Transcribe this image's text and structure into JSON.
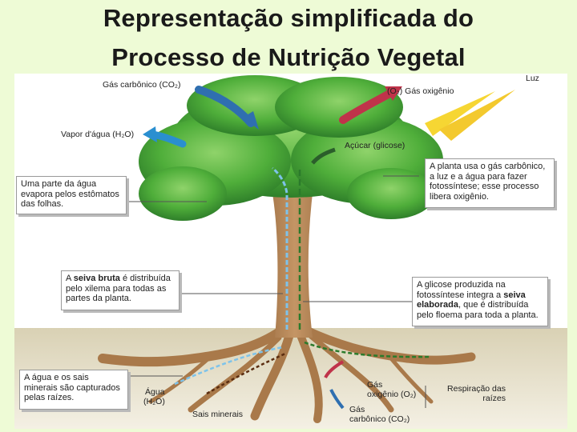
{
  "title": {
    "line1": "Representação simplificada do",
    "line2": "Processo de Nutrição Vegetal"
  },
  "labels": {
    "co2_top": "Gás carbônico (CO₂)",
    "o2_top": "(O₂) Gás oxigênio",
    "luz": "Luz",
    "vapor": "Vapor d'água (H₂O)",
    "acucar": "Açúcar (glicose)",
    "agua_l1": "Água",
    "agua_l2": "(H₂O)",
    "sais": "Sais minerais",
    "o2_bottom_l1": "Gás",
    "o2_bottom_l2": "oxigênio (O₂)",
    "co2_bottom_l1": "Gás",
    "co2_bottom_l2": "carbônico (CO₂)",
    "respiracao_l1": "Respiração das",
    "respiracao_l2": "raízes"
  },
  "boxes": {
    "agua_estomatos": "Uma parte da água evapora pelos estômatos das folhas.",
    "fotossintese": "A planta usa o gás carbônico, a luz e a água para fazer fotossíntese; esse processo libera oxigênio.",
    "seiva_bruta_pre": "A ",
    "seiva_bruta_bold": "seiva bruta",
    "seiva_bruta_post": " é distribuída pelo xilema para todas as partes da planta.",
    "seiva_elaborada_pre": "A glicose produzida na fotossíntese integra a ",
    "seiva_elaborada_bold": "seiva elaborada",
    "seiva_elaborada_post": ", que é distribuída pelo floema para toda a planta.",
    "raizes": "A água e os sais minerais são capturados pelas raízes."
  },
  "colors": {
    "co2_arrow": "#2f6fb0",
    "o2_arrow": "#c0334a",
    "vapor_arrow": "#2a8fd0",
    "light": "#f2c418",
    "foliage": "#4fae3a",
    "trunk": "#a9794a",
    "xylem": "#7ec3ea",
    "phloem": "#2b7a2b"
  }
}
